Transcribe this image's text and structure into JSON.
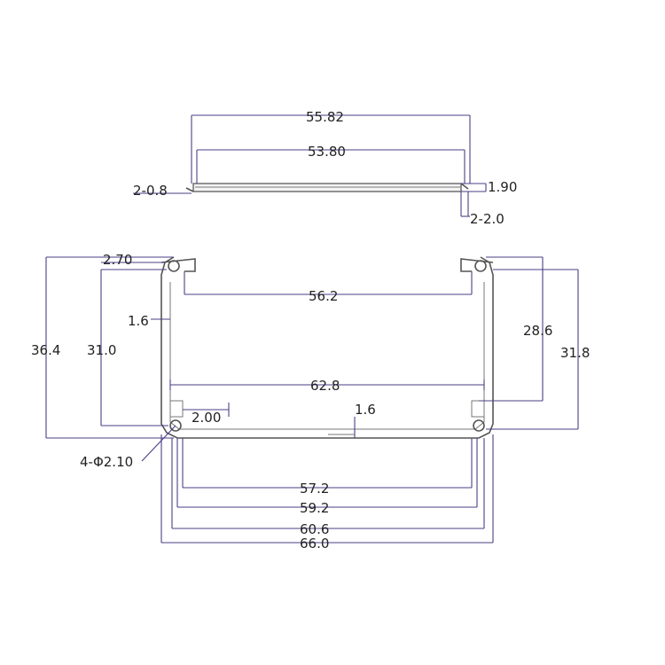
{
  "drawing": {
    "lid": {
      "outer_width": "55.82",
      "inner_width": "53.80",
      "edge_thickness": "2-0.8",
      "thickness": "1.90",
      "tab": "2-2.0"
    },
    "housing": {
      "rail_offset": "2.70",
      "wall": "1.6",
      "total_height": "36.4",
      "inner_height_left": "31.0",
      "inner_top_width": "56.2",
      "slot_height": "28.6",
      "right_height": "31.8",
      "mid_width": "62.8",
      "slot_width": "2.00",
      "bottom_thickness": "1.6",
      "holes": "4-Φ2.10",
      "width_57": "57.2",
      "width_59": "59.2",
      "width_60": "60.6",
      "overall_width": "66.0"
    }
  }
}
